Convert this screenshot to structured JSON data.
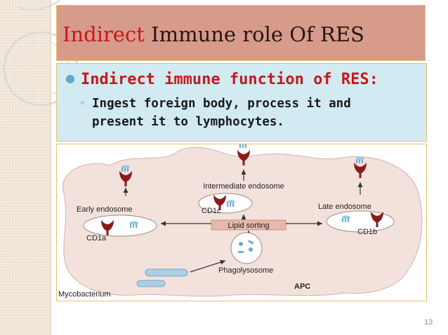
{
  "slide": {
    "title_emph": "Indirect",
    "title_rest": " Immune role Of RES",
    "bullet1": "Indirect immune function of RES:",
    "bullet2_line1": "Ingest foreign body, process it and",
    "bullet2_line2": "present it to lymphocytes.",
    "page_number": "13"
  },
  "diagram": {
    "labels": {
      "intermediate": "Intermediate endosome",
      "early": "Early endosome",
      "late": "Late endosome",
      "cd1c": "CD1c",
      "cd1a": "CD1a",
      "cd1b": "CD1b",
      "lipid": "Lipid sorting",
      "phago": "Phagolysosome",
      "apc": "APC",
      "myco": "Mycobacterium"
    }
  },
  "colors": {
    "title_bg": "#d69b8b",
    "title_red": "#c8181c",
    "content_bg": "#d2ebf3",
    "cell_bg": "#f3e2dc",
    "cd1_red": "#8c1a1a",
    "border_gold": "#e8c06a"
  }
}
